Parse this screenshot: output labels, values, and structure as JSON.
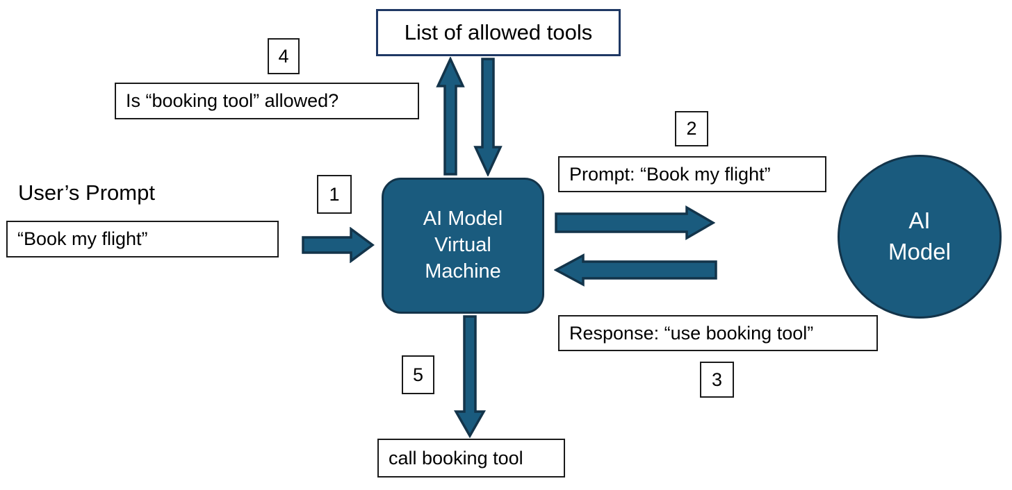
{
  "diagram": {
    "title_text_color": "#000000",
    "accent_fill": "#1A5B7E",
    "accent_stroke": "#13344A",
    "outline_accent": "#1F3864",
    "outline_plain": "#1a1a1a",
    "arrow_fill": "#1A5B7E",
    "arrow_stroke": "#13344A"
  },
  "nodes": {
    "allowed_tools_box": {
      "label": "List of allowed tools"
    },
    "is_booking_tool_allowed_box": {
      "label": "Is “booking tool” allowed?"
    },
    "users_prompt_caption": {
      "label": "User’s Prompt"
    },
    "book_my_flight_box": {
      "label": "“Book my flight”"
    },
    "vm_node": {
      "line1": "AI Model",
      "line2": "Virtual",
      "line3": "Machine"
    },
    "ai_model_circle": {
      "line1": "AI",
      "line2": "Model"
    },
    "prompt_book_my_flight_box": {
      "label": "Prompt: “Book my flight”"
    },
    "response_use_booking_tool_box": {
      "label": "Response: “use booking tool”"
    },
    "call_booking_tool_box": {
      "label": "call booking tool"
    }
  },
  "step_numbers": {
    "step1": "1",
    "step2": "2",
    "step3": "3",
    "step4": "4",
    "step5": "5"
  },
  "arrows": [
    {
      "name": "user-prompt-to-vm",
      "direction": "right",
      "step": "1"
    },
    {
      "name": "vm-to-ai-model",
      "direction": "right",
      "step": "2"
    },
    {
      "name": "ai-model-to-vm",
      "direction": "left",
      "step": "3"
    },
    {
      "name": "vm-to-allowed-tools",
      "direction": "up",
      "step": "4"
    },
    {
      "name": "allowed-tools-to-vm",
      "direction": "down",
      "step": "4"
    },
    {
      "name": "vm-to-call-booking-tool",
      "direction": "down",
      "step": "5"
    }
  ]
}
